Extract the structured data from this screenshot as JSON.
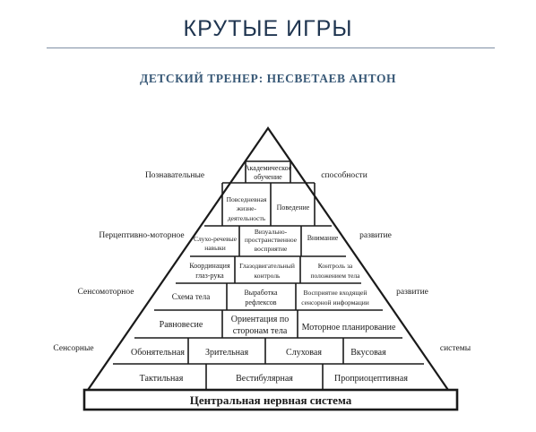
{
  "title": "КРУТЫЕ ИГРЫ",
  "subtitle": "ДЕТСКИЙ ТРЕНЕР: НЕСВЕТАЕВ АНТОН",
  "pyramid": {
    "base": "Центральная нервная система",
    "row_tactile": [
      "Тактильная",
      "Вестибулярная",
      "Проприоцептивная"
    ],
    "row_senses": [
      "Обонятельная",
      "Зрительная",
      "Слуховая",
      "Вкусовая"
    ],
    "row_balance": [
      "Равновесие",
      "Ориентация по сторонам тела",
      "Моторное планирование"
    ],
    "row_schema": [
      "Схема тела",
      "Выработка рефлексов",
      "Восприятие входящей сенсорной информации"
    ],
    "row_coord": [
      "Координация глаз-рука",
      "Глазодвигательный контроль",
      "Контроль за положением тела"
    ],
    "row_percept": [
      "Слухо-речевые навыки",
      "Визуально-пространственное восприятие",
      "Внимание"
    ],
    "row_daily": [
      "Повседневная жизне-деятельность",
      "Поведение"
    ],
    "top": "Академическое обучение"
  },
  "side_labels": {
    "left": [
      "Познавательные",
      "Перцептивно-моторное",
      "Сенсомоторное",
      "Сенсорные"
    ],
    "right": [
      "способности",
      "развитие",
      "развитие",
      "системы"
    ]
  }
}
